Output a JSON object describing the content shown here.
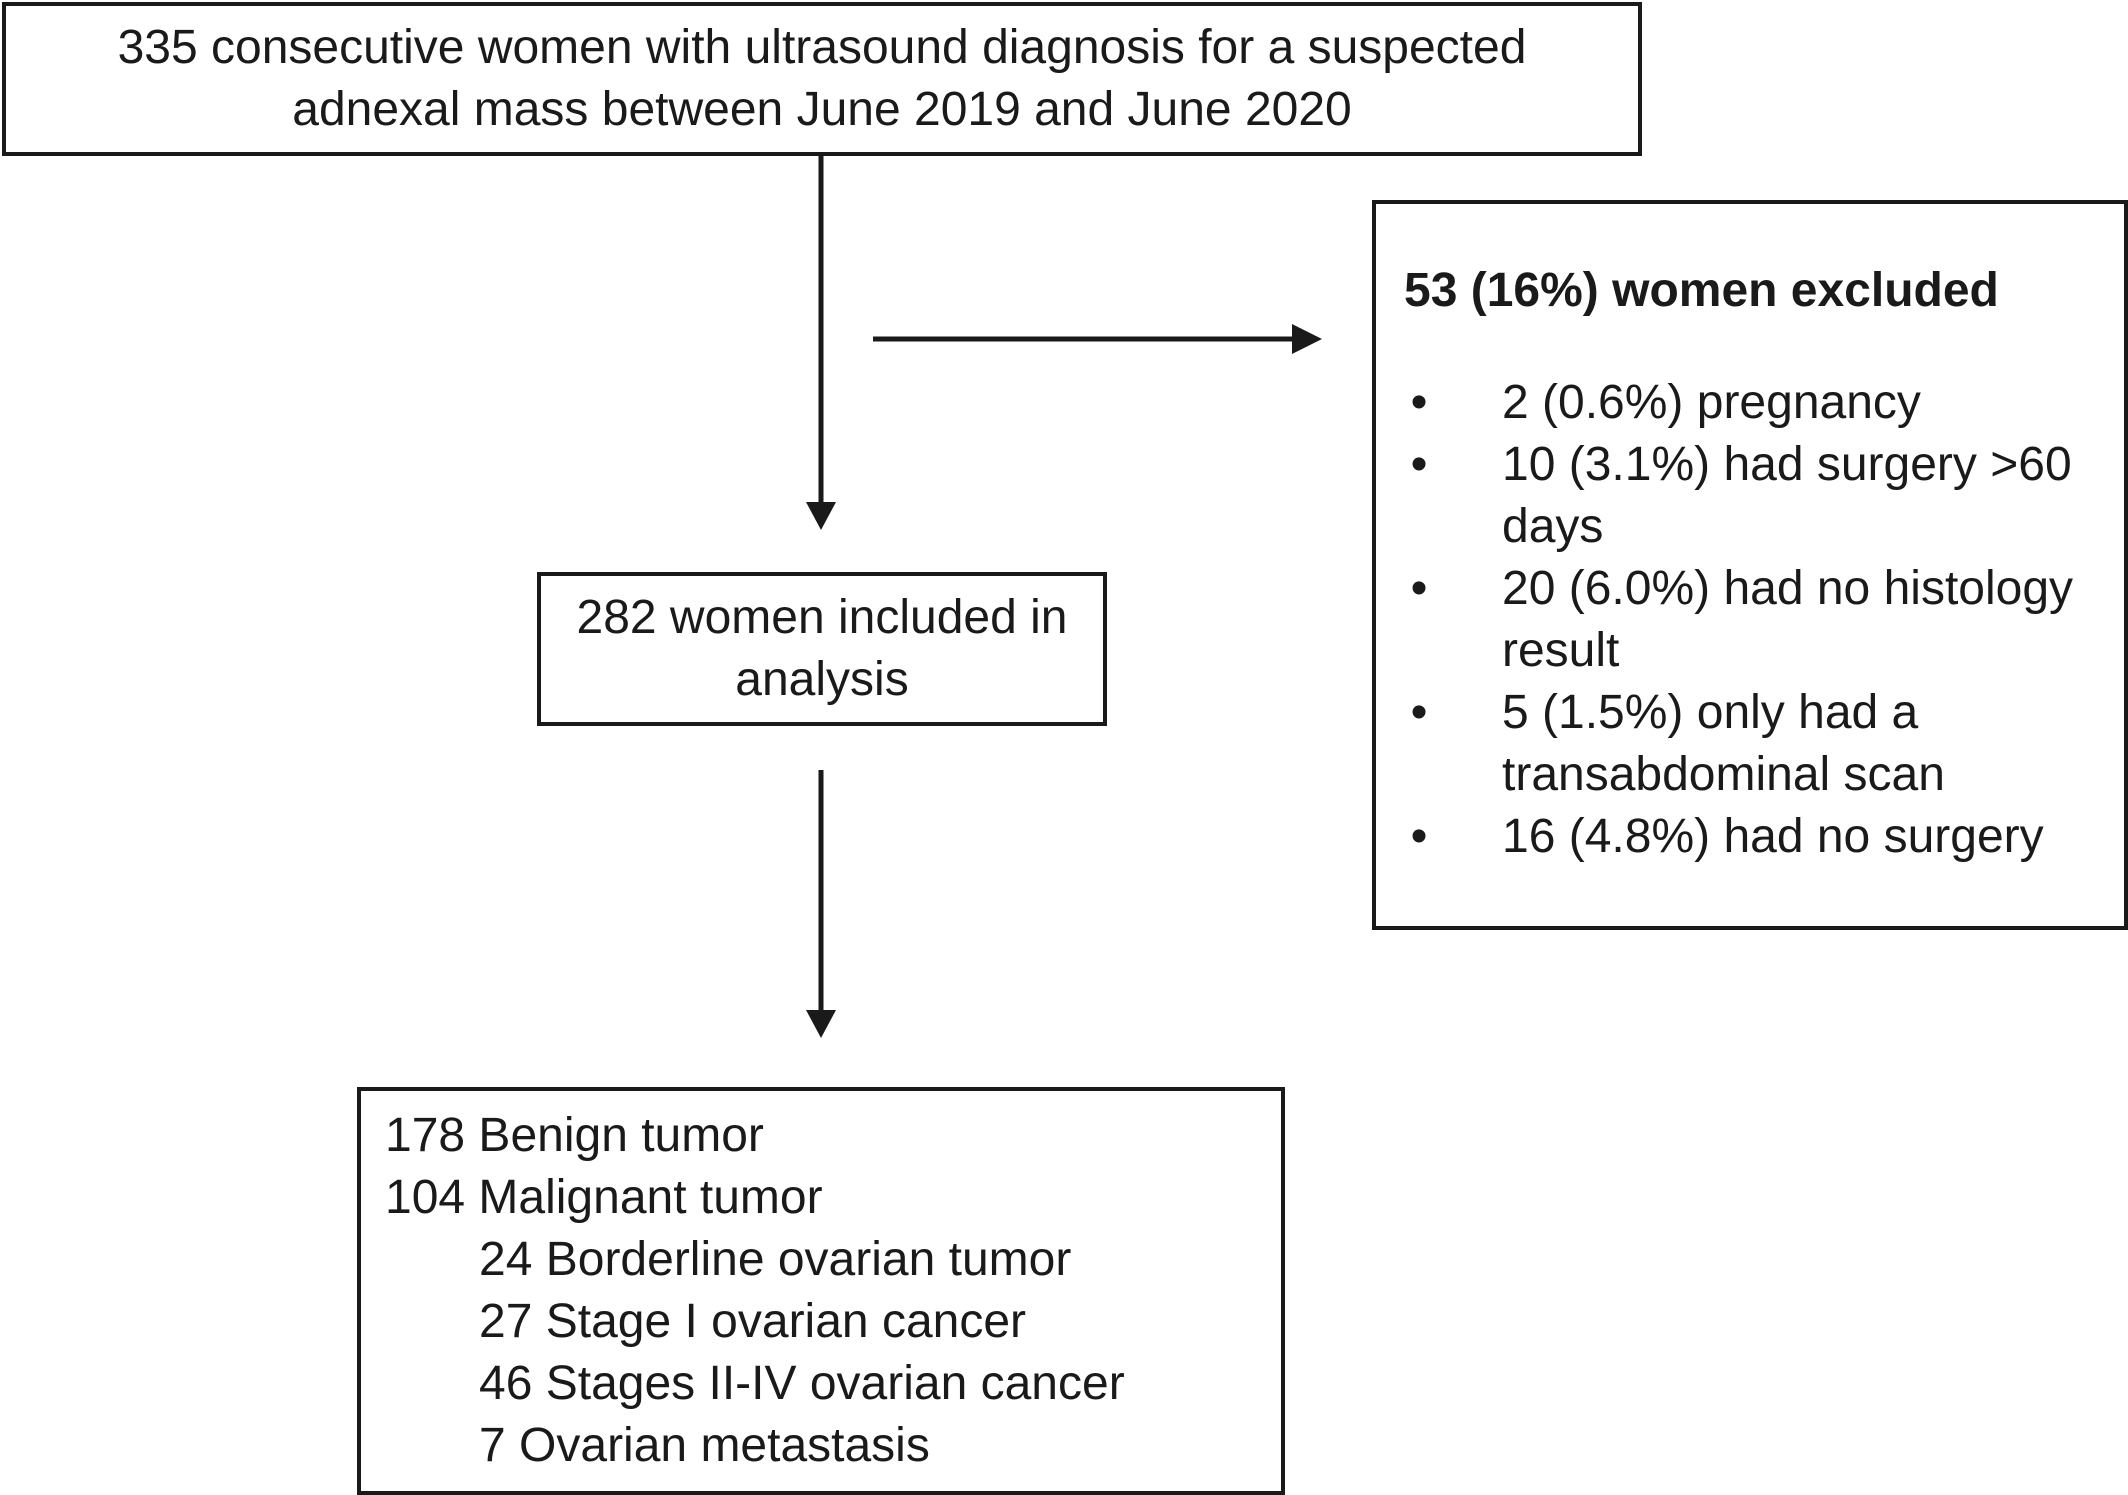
{
  "diagram": {
    "top_box": {
      "lines": [
        "335 consecutive women with ultrasound diagnosis for a suspected",
        "adnexal mass between June 2019 and June 2020"
      ]
    },
    "excluded_box": {
      "heading": "53 (16%) women excluded",
      "bullet_glyph": "•",
      "items": [
        {
          "lines": [
            "2 (0.6%) pregnancy"
          ]
        },
        {
          "lines": [
            "10 (3.1%) had surgery >60",
            "days"
          ]
        },
        {
          "lines": [
            "20 (6.0%) had no histology",
            "result"
          ]
        },
        {
          "lines": [
            "5 (1.5%) only had a",
            "transabdominal scan"
          ]
        },
        {
          "lines": [
            "16 (4.8%) had no surgery"
          ]
        }
      ]
    },
    "included_box": {
      "lines": [
        "282 women included in",
        "analysis"
      ]
    },
    "outcome_box": {
      "main": [
        "178 Benign tumor",
        "104 Malignant tumor"
      ],
      "sub": [
        "24 Borderline ovarian tumor",
        "27 Stage I ovarian cancer",
        "46 Stages II-IV ovarian cancer",
        "7 Ovarian metastasis"
      ]
    },
    "colors": {
      "stroke": "#1a1a1a",
      "background": "#ffffff"
    }
  }
}
